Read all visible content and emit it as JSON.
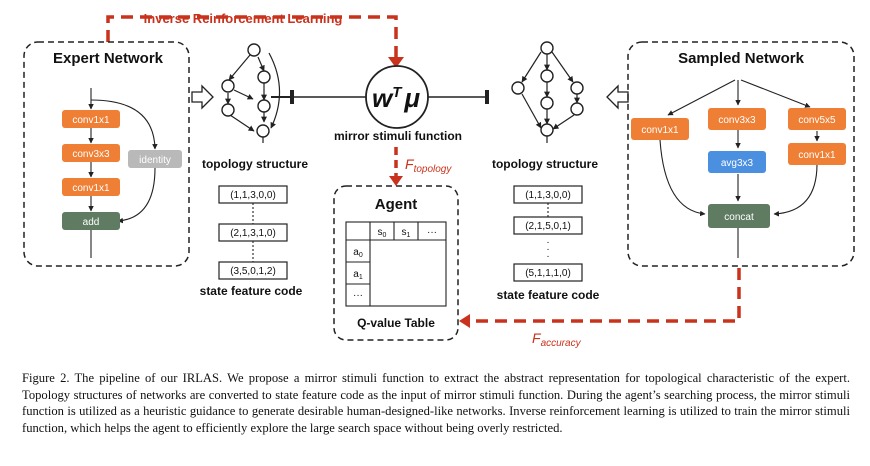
{
  "figure": {
    "irl_label": "Inverse Reinforcement Learning",
    "expert": {
      "title": "Expert Network",
      "nodes": [
        "conv1x1",
        "conv3x3",
        "conv1x1",
        "add",
        "identity"
      ]
    },
    "sampled": {
      "title": "Sampled Network",
      "nodes": [
        "conv1x1",
        "conv3x3",
        "conv5x5",
        "avg3x3",
        "conv1x1",
        "concat"
      ]
    },
    "mirror": {
      "formula_main": "w",
      "formula_sup": "T",
      "formula_mu": "μ",
      "label": "mirror stimuli function"
    },
    "f_topology": {
      "main": "F",
      "sub": "topology"
    },
    "f_accuracy": {
      "main": "F",
      "sub": "accuracy"
    },
    "left_topology_label": "topology structure",
    "right_topology_label": "topology structure",
    "left_codes": [
      "(1,1,3,0,0)",
      "(2,1,3,1,0)",
      "(3,5,0,1,2)"
    ],
    "left_state_label": "state feature code",
    "right_codes": [
      "(1,1,3,0,0)",
      "(2,1,5,0,1)",
      "(5,1,1,1,0)"
    ],
    "right_state_label": "state feature code",
    "right_dots": "·",
    "agent": {
      "title": "Agent",
      "cols": [
        "s",
        "s",
        "···"
      ],
      "col_subs": [
        "0",
        "1",
        ""
      ],
      "rows": [
        "a",
        "a",
        "···"
      ],
      "row_subs": [
        "0",
        "1",
        ""
      ],
      "table_label": "Q-value Table"
    },
    "colors": {
      "orange": "#ee7f35",
      "gray": "#b9b9b9",
      "green": "#5f7b62",
      "blue": "#4a8fe0",
      "red": "#c9321c"
    }
  },
  "caption": {
    "text": "Figure 2. The pipeline of our IRLAS. We propose a mirror stimuli function to extract the abstract representation for topological characteristic of the expert. Topology structures of networks are converted to state feature code as the input of mirror stimuli function. During the agent’s searching process, the mirror stimuli function is utilized as a heuristic guidance to generate desirable human-designed-like networks. Inverse reinforcement learning is utilized to train the mirror stimuli function, which helps the agent to efficiently explore the large search space without being overly restricted."
  }
}
